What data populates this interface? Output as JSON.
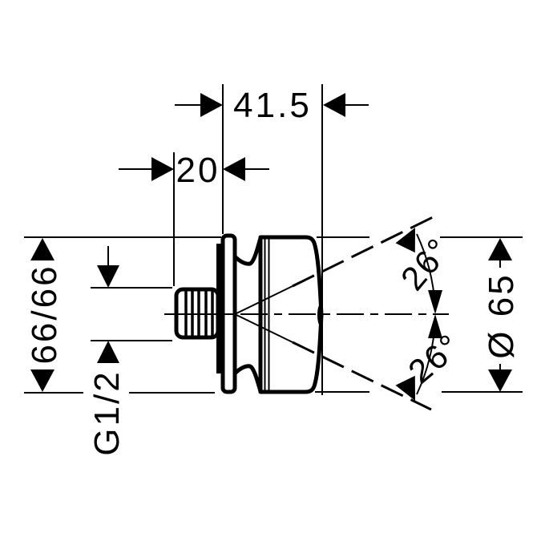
{
  "dimensions": {
    "depth_overall": "41.5",
    "wall_offset": "20",
    "plate_size": "66/66",
    "thread": "G1/2",
    "diameter": "Ø 65",
    "angle_upper": "26°",
    "angle_lower": "26°"
  },
  "colors": {
    "ink": "#000000",
    "background": "#ffffff"
  }
}
